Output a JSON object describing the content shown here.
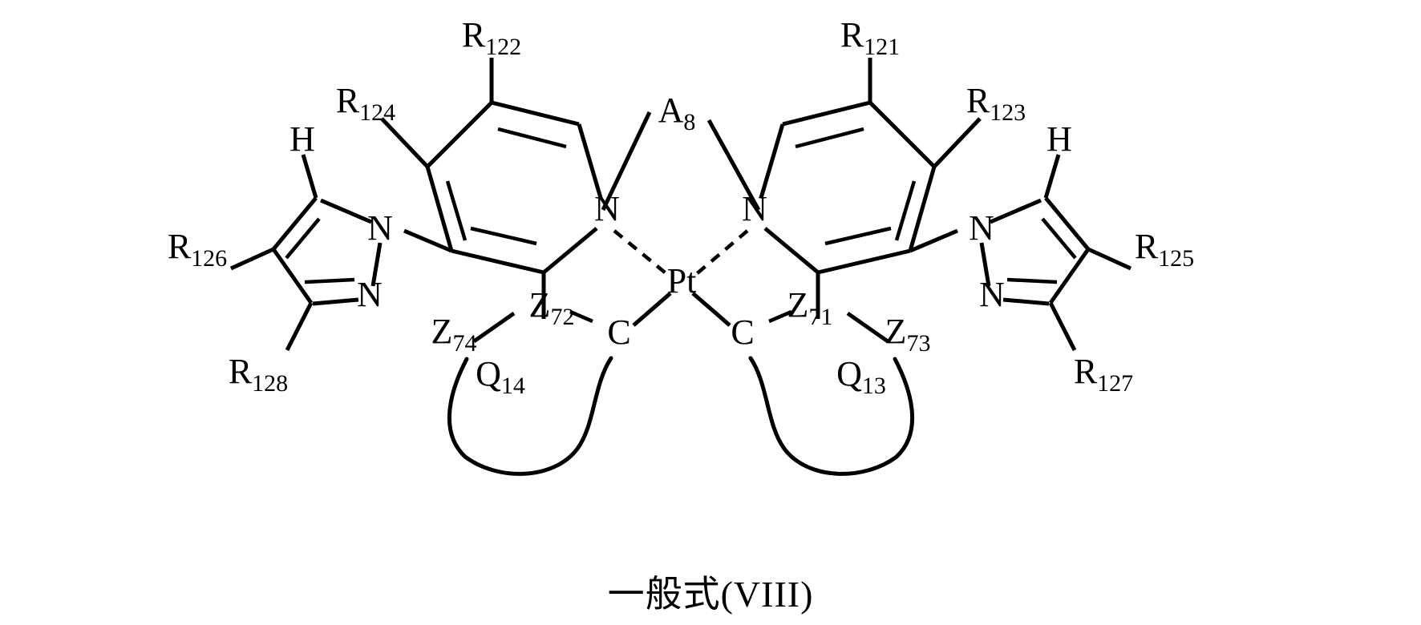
{
  "figure": {
    "caption": "一般式(VIII)",
    "title": "一般式(VIII)",
    "type": "chemical-structure",
    "description": "Platinum bidentate complex bearing two pyridine rings bridged by A8, two pyrazolyl substituents and two Q cyclic groups"
  },
  "colors": {
    "stroke": "#000000",
    "background": "#ffffff"
  },
  "atoms": {
    "metal": "Pt",
    "nitrogen": "N",
    "carbon": "C",
    "hydrogen": "H"
  },
  "labels": {
    "bridge": {
      "base": "A",
      "sub": "8"
    },
    "left_pyridine": {
      "top": {
        "base": "R",
        "sub": "122"
      },
      "upper_left": {
        "base": "R",
        "sub": "124"
      }
    },
    "right_pyridine": {
      "top": {
        "base": "R",
        "sub": "121"
      },
      "upper_right": {
        "base": "R",
        "sub": "123"
      }
    },
    "left_pyrazole": {
      "h": "H",
      "n1": "N",
      "n2": "N",
      "r_side": {
        "base": "R",
        "sub": "126"
      },
      "r_bottom": {
        "base": "R",
        "sub": "128"
      }
    },
    "right_pyrazole": {
      "h": "H",
      "n1": "N",
      "n2": "N",
      "r_side": {
        "base": "R",
        "sub": "125"
      },
      "r_bottom": {
        "base": "R",
        "sub": "127"
      }
    },
    "left_q_ring": {
      "z_inner": {
        "base": "Z",
        "sub": "72"
      },
      "z_outer": {
        "base": "Z",
        "sub": "74"
      },
      "carbon": "C",
      "q": {
        "base": "Q",
        "sub": "14"
      }
    },
    "right_q_ring": {
      "z_inner": {
        "base": "Z",
        "sub": "71"
      },
      "z_outer": {
        "base": "Z",
        "sub": "73"
      },
      "carbon": "C",
      "q": {
        "base": "Q",
        "sub": "13"
      }
    },
    "pyridine_n_left": "N",
    "pyridine_n_right": "N"
  },
  "chart_data": {
    "type": "diagram",
    "title": "一般式(VIII)",
    "substituents": [
      "R121",
      "R122",
      "R123",
      "R124",
      "R125",
      "R126",
      "R127",
      "R128",
      "A8",
      "Q13",
      "Q14",
      "Z71",
      "Z72",
      "Z73",
      "Z74"
    ],
    "metal_center": "Pt",
    "coordinating_atoms": [
      "N",
      "N",
      "C",
      "C"
    ]
  }
}
